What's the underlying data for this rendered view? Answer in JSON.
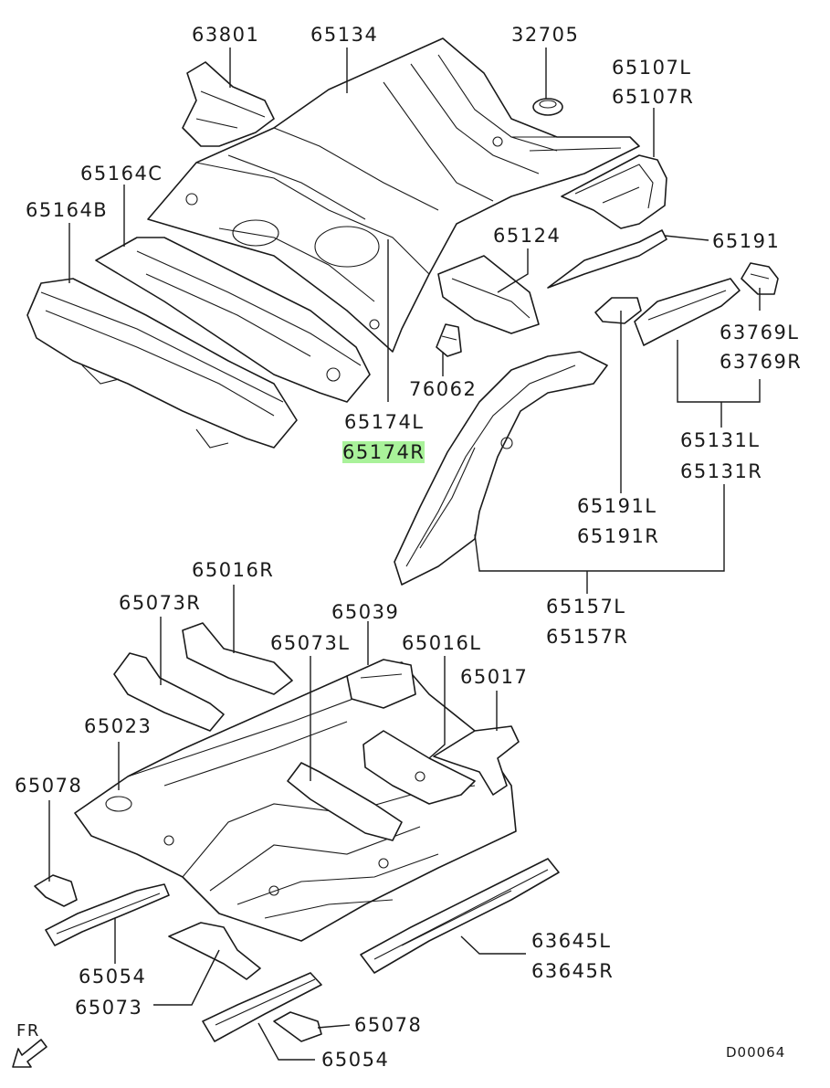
{
  "labels": {
    "p63801": "63801",
    "p65134": "65134",
    "p32705": "32705",
    "p65107L": "65107L",
    "p65107R": "65107R",
    "p65164C": "65164C",
    "p65164B": "65164B",
    "p65124": "65124",
    "p65191": "65191",
    "p63769L": "63769L",
    "p63769R": "63769R",
    "p76062": "76062",
    "p65174L": "65174L",
    "p65174R": "65174R",
    "p65131L": "65131L",
    "p65131R": "65131R",
    "p65191L": "65191L",
    "p65191R": "65191R",
    "p65016R": "65016R",
    "p65073R": "65073R",
    "p65039": "65039",
    "p65157L": "65157L",
    "p65157R": "65157R",
    "p65073L": "65073L",
    "p65016L": "65016L",
    "p65017": "65017",
    "p65023": "65023",
    "p65078a": "65078",
    "p65054a": "65054",
    "p63645L": "63645L",
    "p63645R": "63645R",
    "p65073": "65073",
    "p65078b": "65078",
    "p65054b": "65054"
  },
  "direction_label": "FR",
  "drawing_ref": "D00064",
  "highlight_color": "#a9f29a"
}
